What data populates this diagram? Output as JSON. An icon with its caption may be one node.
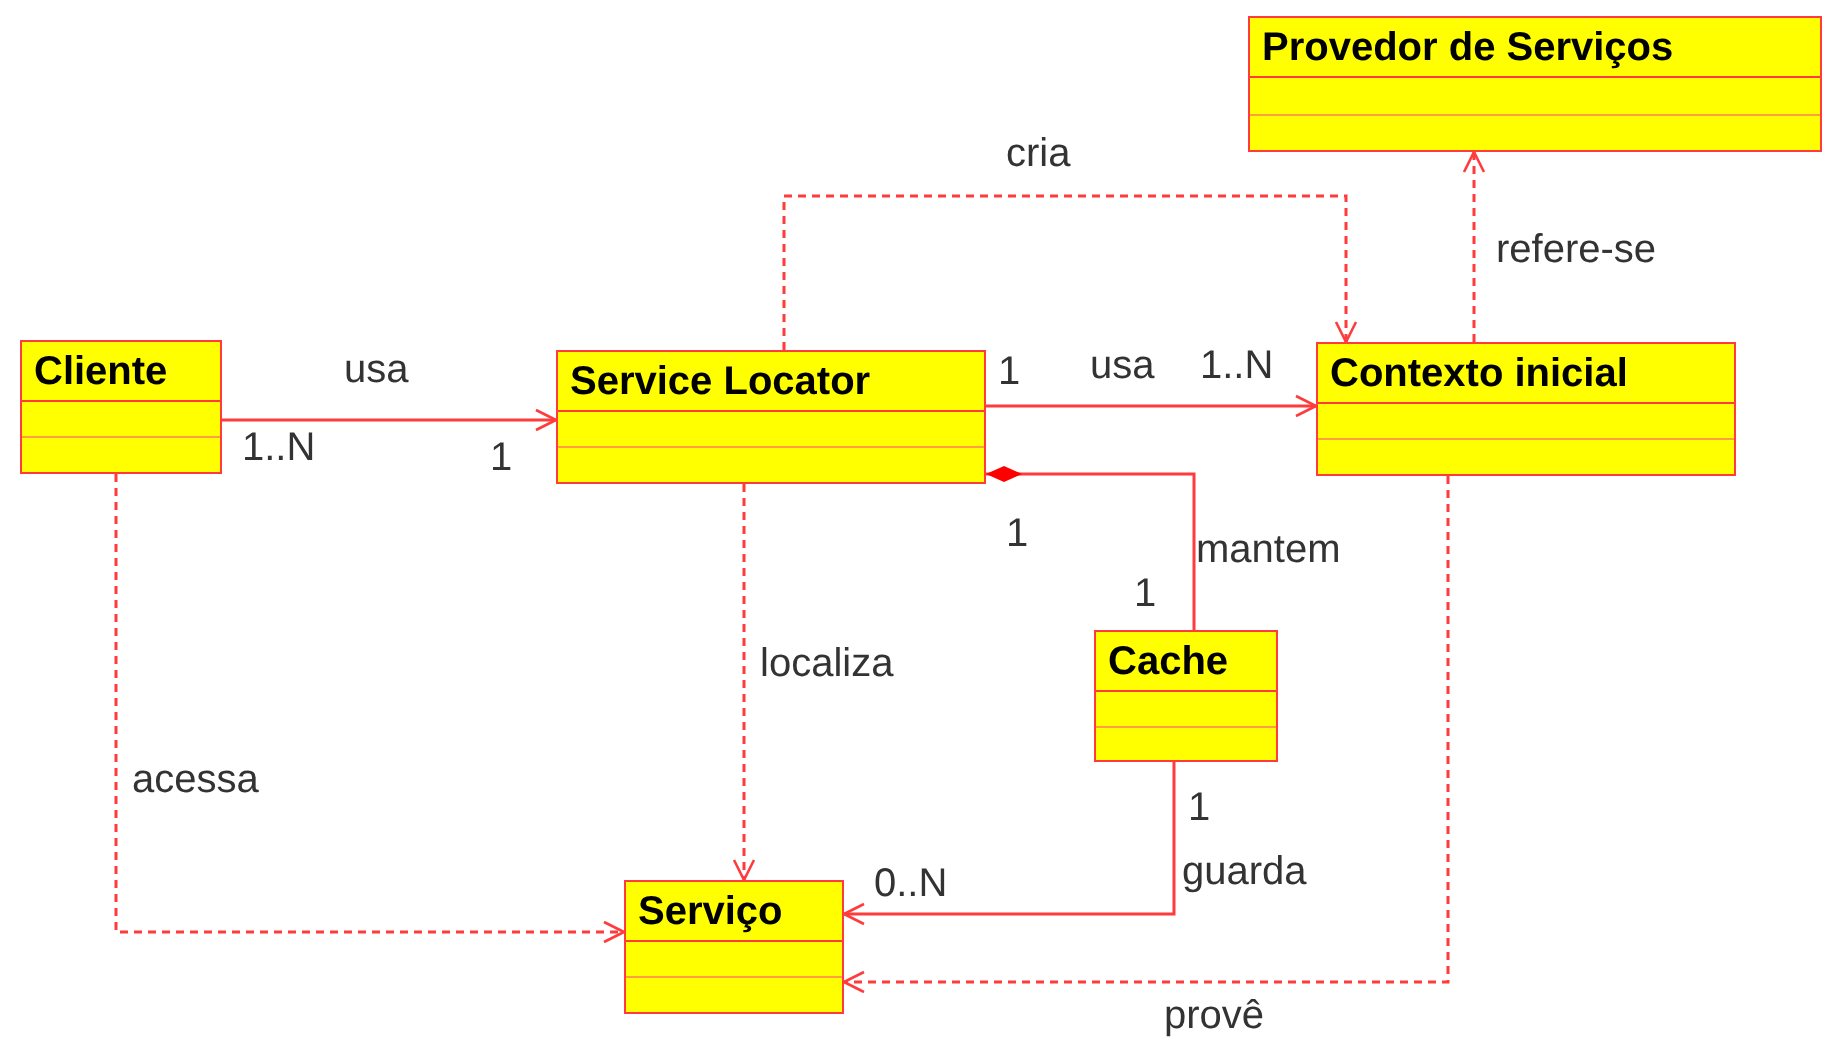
{
  "diagram": {
    "nodes": [
      {
        "text": [
          "Provedor de Serviços"
        ]
      },
      {
        "text": [
          "Cliente"
        ]
      },
      {
        "text": [
          "Service Locator"
        ]
      },
      {
        "text": [
          "Contexto inicial"
        ]
      },
      {
        "text": [
          "Cache"
        ]
      },
      {
        "text": [
          "Serviço"
        ]
      }
    ],
    "edges": [
      {
        "from": 1,
        "to": 2,
        "arrow": "to",
        "label": "usa"
      },
      {
        "from": 2,
        "to": 3,
        "arrow": "to",
        "label": "usa"
      },
      {
        "from": 2,
        "to": 3,
        "arrow": "to",
        "label": "cria",
        "style": "dashed"
      },
      {
        "from": 3,
        "to": 0,
        "arrow": "to",
        "label": "refere-se",
        "style": "dashed"
      },
      {
        "from": 4,
        "to": 2,
        "arrow": "other",
        "label": "mantem"
      },
      {
        "from": 4,
        "to": 5,
        "arrow": "to",
        "label": "guarda"
      },
      {
        "from": 2,
        "to": 5,
        "arrow": "to",
        "label": "localiza",
        "style": "dashed"
      },
      {
        "from": 1,
        "to": 5,
        "arrow": "to",
        "label": "acessa",
        "style": "dashed"
      },
      {
        "from": 3,
        "to": 5,
        "arrow": "to",
        "label": "provê",
        "style": "dashed"
      }
    ],
    "labels": [
      "1..N",
      "1",
      "1",
      "1..N",
      "1",
      "1",
      "1",
      "0..N"
    ]
  }
}
